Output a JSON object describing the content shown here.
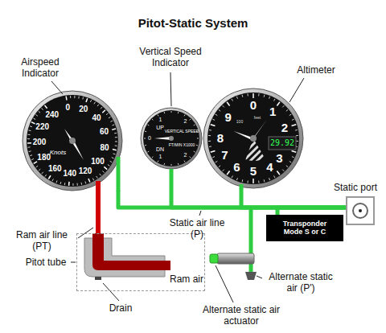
{
  "diagram": {
    "title": "Pitot-Static System",
    "nodes": [
      {
        "text": [
          "Airspeed Indicator"
        ]
      },
      {
        "text": [
          "Vertical Speed Indicator"
        ]
      },
      {
        "text": [
          "Altimeter"
        ]
      },
      {
        "text": [
          "Transponder Mode S or C"
        ]
      },
      {
        "text": [
          "Static port"
        ]
      },
      {
        "text": [
          "Pitot tube"
        ]
      }
    ],
    "edges": [
      {
        "from": 4,
        "to": 0,
        "arrow": "none"
      },
      {
        "from": 4,
        "to": 1,
        "arrow": "none"
      },
      {
        "from": 4,
        "to": 2,
        "arrow": "none"
      },
      {
        "from": 4,
        "to": 3,
        "arrow": "none"
      },
      {
        "from": 5,
        "to": 0,
        "arrow": "none"
      }
    ],
    "labels": [
      "Static air line (P)",
      "Ram air line (PT)",
      "Drain",
      "Ram air",
      "Alternate static air actuator",
      "Alternate static air (P')",
      "0",
      "20",
      "40",
      "60",
      "80",
      "100",
      "120",
      "140",
      "160",
      "180",
      "200",
      "220",
      "240",
      "Knots",
      "UP",
      "DN",
      "VERTICAL SPEED",
      "FT/MIN X1000",
      "0",
      "1",
      "2",
      "1",
      "2",
      "0",
      "1",
      "2",
      "3",
      "4",
      "5",
      "6",
      "7",
      "8",
      "9",
      "29.92",
      "100",
      "feet"
    ]
  }
}
